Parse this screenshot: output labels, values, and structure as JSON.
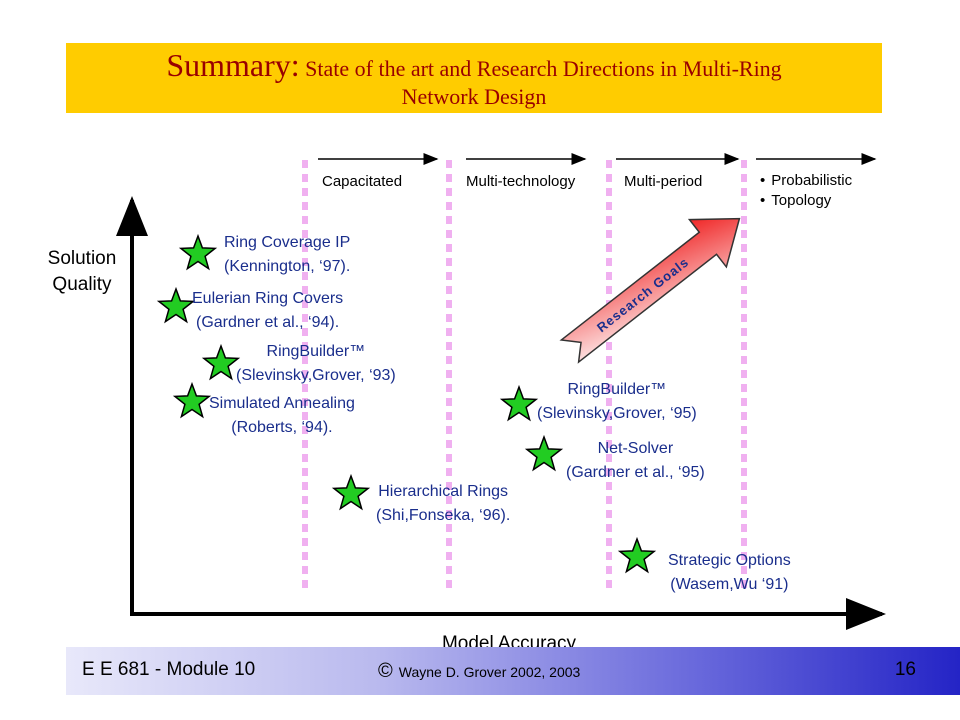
{
  "title": {
    "main": "Summary:",
    "sub": " State of the art and Research Directions in Multi-Ring",
    "cont": "Network Design"
  },
  "phases": {
    "capacitated": "Capacitated",
    "multi_technology": "Multi-technology",
    "multi_period": "Multi-period",
    "bullets": [
      "Probabilistic",
      "Topology"
    ]
  },
  "axes": {
    "y_label_line1": "Solution",
    "y_label_line2": "Quality",
    "x_label": "Model Accuracy"
  },
  "research_goals_label": "Research Goals",
  "references": [
    {
      "line1": "Ring Coverage IP",
      "line2": "(Kennington, ‘97)."
    },
    {
      "line1": "Eulerian Ring Covers",
      "line2": "(Gardner et al., ‘94)."
    },
    {
      "line1": "RingBuilder™",
      "line2": "(Slevinsky,Grover, ‘93)"
    },
    {
      "line1": "Simulated Annealing",
      "line2": "(Roberts, ‘94)."
    },
    {
      "line1": "Hierarchical Rings",
      "line2": "(Shi,Fonseka, ‘96)."
    },
    {
      "line1": "RingBuilder™",
      "line2": "(Slevinsky,Grover, ‘95)"
    },
    {
      "line1": "Net-Solver",
      "line2": "(Gardner et al., ‘95)"
    },
    {
      "line1": "Strategic Options",
      "line2": "(Wasem,Wu ‘91)"
    }
  ],
  "footer": {
    "course": "E E 681 - Module 10",
    "copyright_symbol": "©",
    "copyright_text": "Wayne D. Grover 2002, 2003",
    "page": "16"
  },
  "colors": {
    "title_bg": "#ffcc00",
    "title_text": "#990000",
    "reference_text": "#1a2e8c",
    "star_fill": "#22cc22",
    "divider": "#f0b0f0",
    "arrow_gradient": [
      "#ffffff",
      "#ee1111"
    ]
  },
  "icons": [
    "star-icon",
    "right-arrow-icon",
    "research-goals-arrow-icon"
  ]
}
